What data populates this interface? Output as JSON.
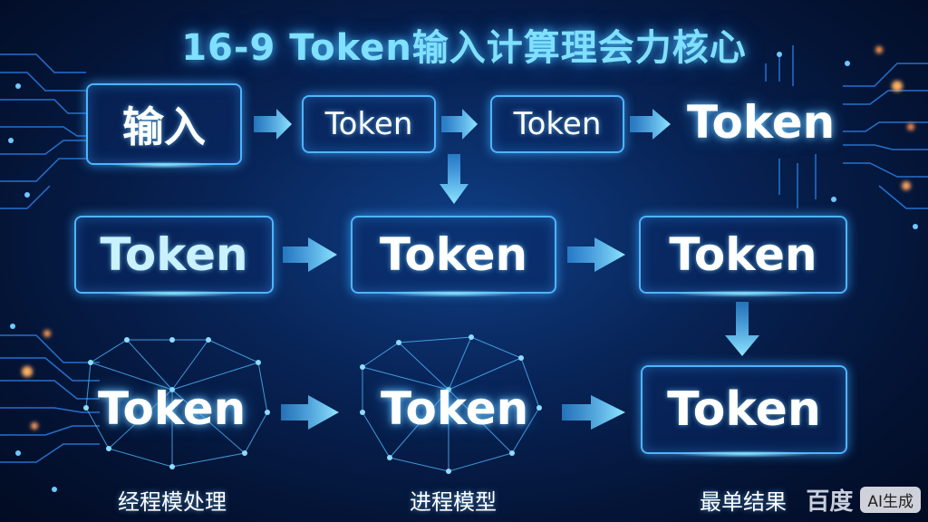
{
  "title": "16-9 Token输入计算理会力核心",
  "row1": {
    "input_label": "输入",
    "token_a": "Token",
    "token_b": "Token",
    "token_c": "Token"
  },
  "row2": {
    "token_a": "Token",
    "token_b": "Token",
    "token_c": "Token"
  },
  "row3": {
    "token_a": "Token",
    "token_b": "Token",
    "token_c": "Token"
  },
  "captions": {
    "left": "经程模处理",
    "middle": "进程模型",
    "right": "最单结果"
  },
  "watermark": {
    "brand": "百度",
    "badge": "AI生成"
  },
  "colors": {
    "accent": "#4fb4ff",
    "title": "#7fe0ff",
    "background": "#041538"
  }
}
